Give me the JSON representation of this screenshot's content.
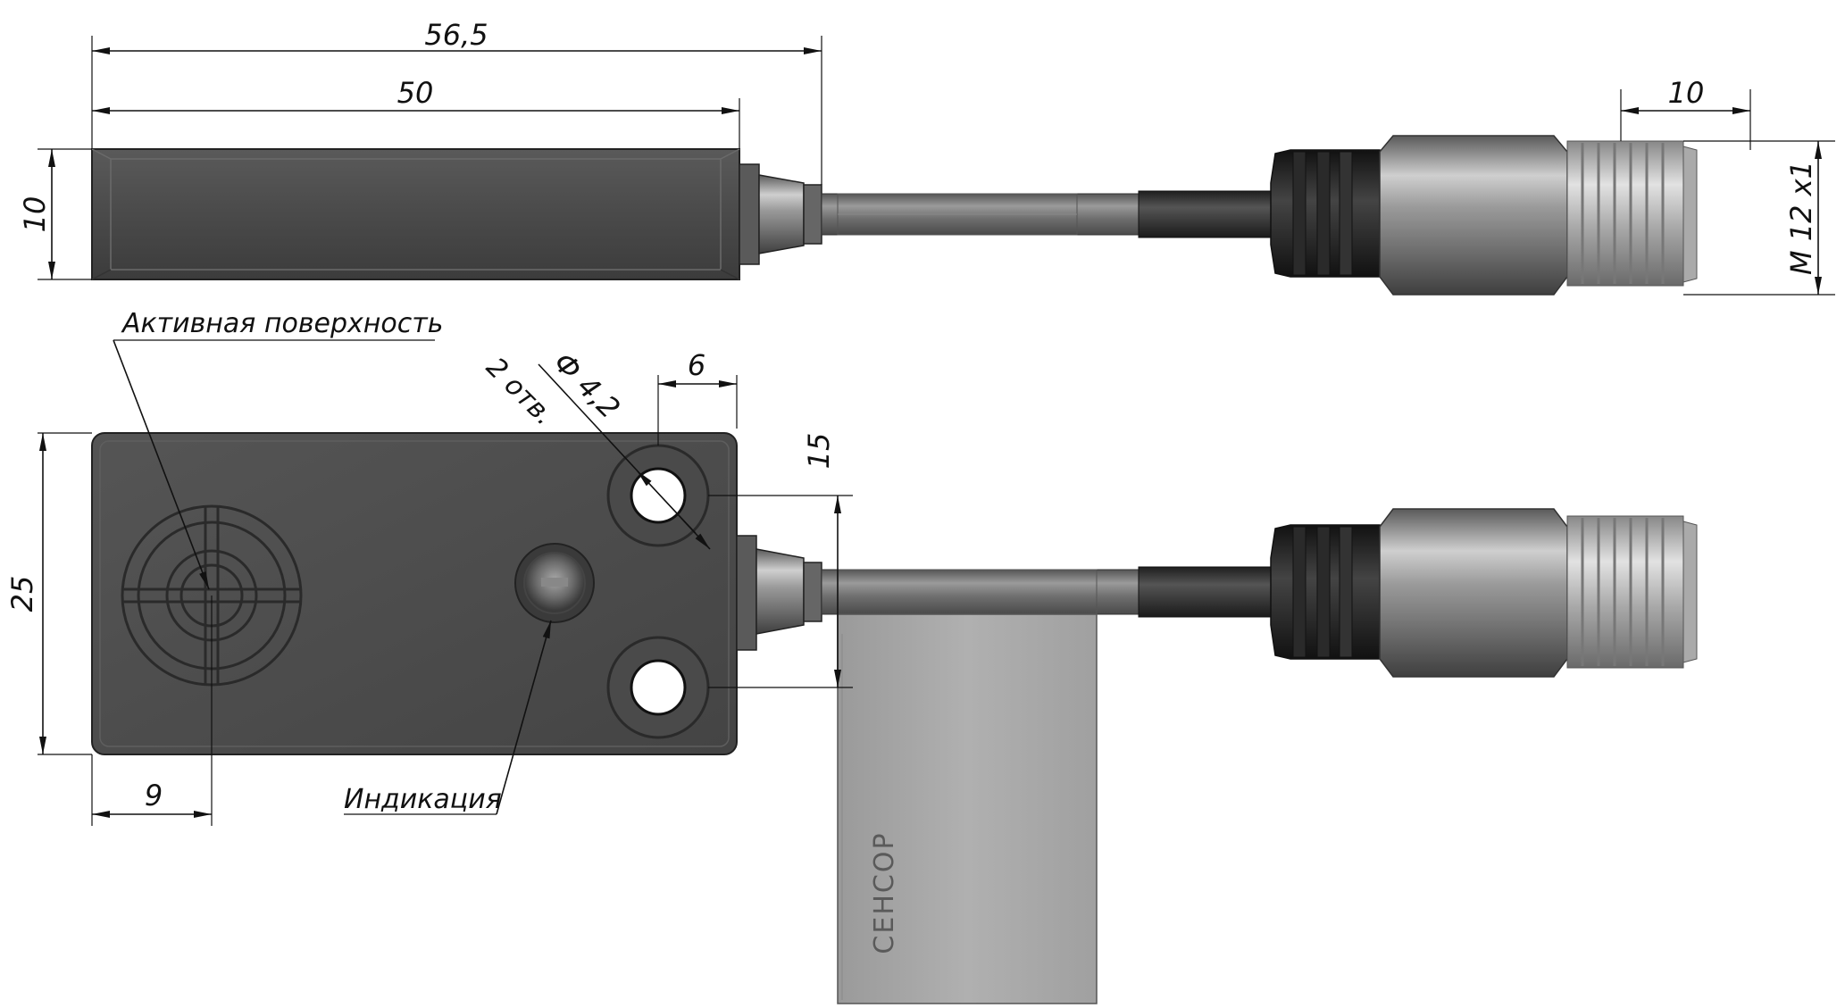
{
  "drawing": {
    "top_view": {
      "dim_total_length": "56,5",
      "dim_body_length": "50",
      "dim_height": "10",
      "dim_connector_length": "10",
      "dim_thread": "M 12 x1"
    },
    "front_view": {
      "label_active_surface": "Активная поверхность",
      "dim_hole_diameter": "Ф 4,2",
      "dim_hole_count": "2 отв.",
      "dim_hole_offset": "6",
      "dim_hole_spacing": "15",
      "dim_width": "25",
      "dim_center_offset": "9",
      "label_indicator": "Индикация",
      "brand": "СЕНСОР"
    }
  },
  "colors": {
    "body": "#4a4a4a",
    "body_edge": "#2c2c2c",
    "cable": "#7b7b7b",
    "cable_dark": "#2d2d2d",
    "metal": "#9a9a9a",
    "tag": "#a3a3a3"
  }
}
